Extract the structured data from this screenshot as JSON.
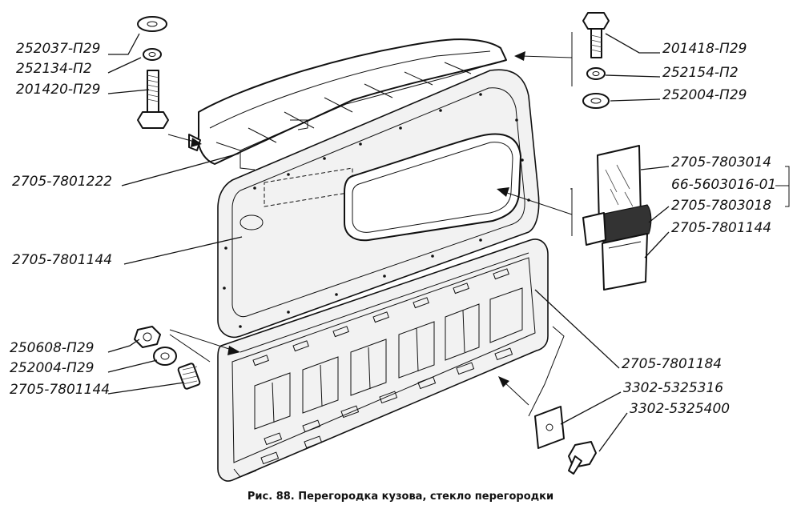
{
  "labels": {
    "l1": "252037-П29",
    "l2": "252134-П2",
    "l3": "201420-П29",
    "l4": "2705-7801222",
    "l5": "2705-7801144",
    "l6": "250608-П29",
    "l7": "252004-П29",
    "l8": "2705-7801144",
    "r1": "201418-П29",
    "r2": "252154-П2",
    "r3": "252004-П29",
    "r4": "2705-7803014",
    "r5": "66-5603016-01",
    "r6": "2705-7803018",
    "r7": "2705-7801144",
    "r8": "2705-7801184",
    "r9": "3302-5325316",
    "r10": "3302-5325400"
  },
  "caption": "Рис. 88. Перегородка кузова, стекло перегородки"
}
